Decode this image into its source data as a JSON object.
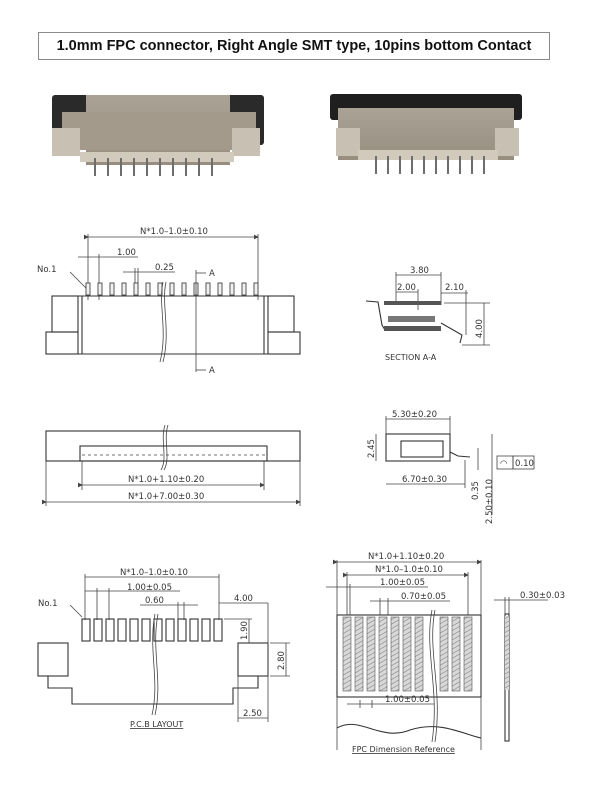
{
  "title": "1.0mm FPC connector, Right Angle SMT type, 10pins bottom Contact",
  "photos": [
    {
      "name": "connector-photo-front",
      "pins": 10
    },
    {
      "name": "connector-photo-rear",
      "pins": 10
    }
  ],
  "front_view": {
    "pin1_label": "No.1",
    "overall_pitch": "N*1.0–1.0±0.10",
    "pitch": "1.00",
    "pin_width": "0.25",
    "section_mark_top": "A",
    "section_mark_bottom": "A"
  },
  "section_view": {
    "dim_top": "3.80",
    "dim_left": "2.00",
    "dim_right": "2.10",
    "dim_height": "4.00",
    "caption": "SECTION A-A"
  },
  "top_view": {
    "inner_width": "N*1.0+1.10±0.20",
    "outer_width": "N*1.0+7.00±0.30"
  },
  "side_view": {
    "top_width": "5.30±0.20",
    "height": "2.45",
    "bottom_width": "6.70±0.30",
    "lead_thickness": "0.35",
    "total_height": "2.50±0.10",
    "flatness_symbol": "◠",
    "flatness_value": "0.10"
  },
  "pcb_layout": {
    "pin1_label": "No.1",
    "overall_pitch": "N*1.0–1.0±0.10",
    "pitch": "1.00±0.05",
    "pad_width": "0.60",
    "side_offset": "4.00",
    "pad_length": "1.90",
    "tab_height": "2.80",
    "tab_width": "2.50",
    "caption": "P.C.B  LAYOUT"
  },
  "fpc_reference": {
    "total_width": "N*1.0+1.10±0.20",
    "contact_span": "N*1.0–1.0±0.10",
    "pitch_top": "1.00±0.05",
    "contact_width": "0.70±0.05",
    "thickness": "0.30±0.03",
    "pitch_bottom": "1.00±0.05",
    "caption": "FPC  Dimension  Reference"
  }
}
